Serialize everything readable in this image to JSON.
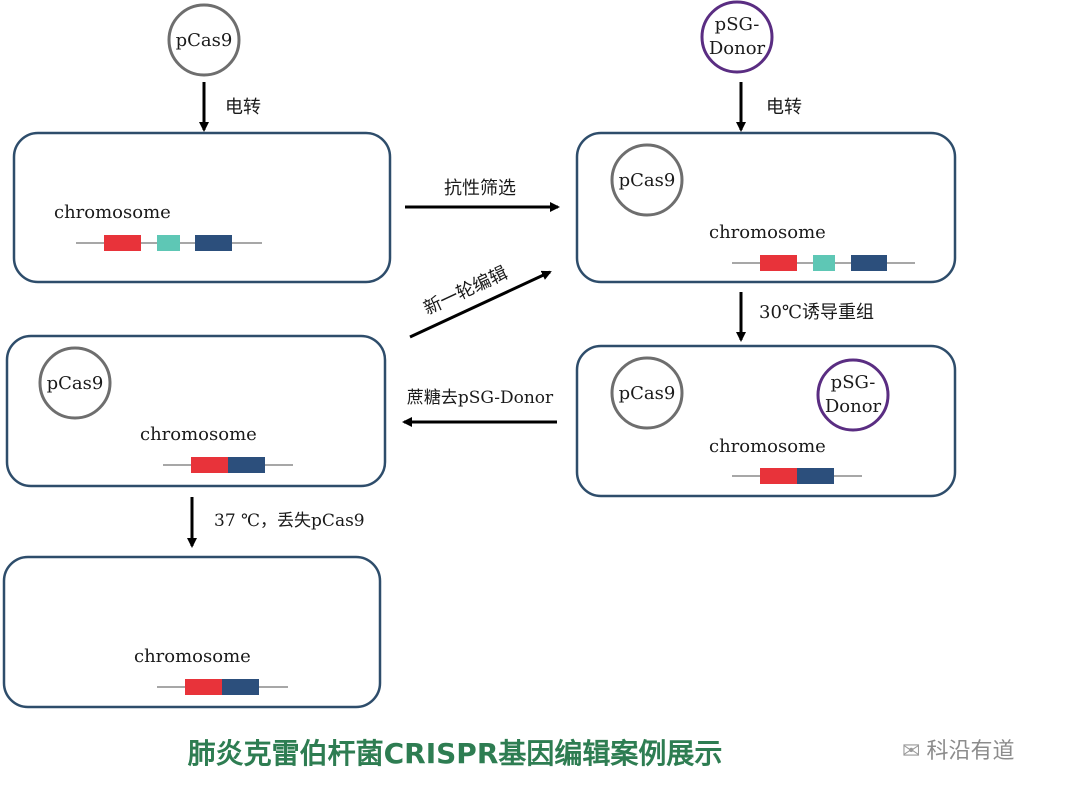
{
  "plasmids": {
    "pcas9": "pCas9",
    "psg_donor_line1": "pSG-",
    "psg_donor_line2": "Donor"
  },
  "chromosome_label": "chromosome",
  "steps": {
    "electro_1": "电转",
    "electro_2": "电转",
    "antibiotic_selection": "抗性筛选",
    "induce_recombination": "30℃诱导重组",
    "sucrose_remove_donor": "蔗糖去pSG-Donor",
    "new_round_editing": "新一轮编辑",
    "lose_pcas9": "37 ℃，丢失pCas9"
  },
  "caption": "肺炎克雷伯杆菌CRISPR基因编辑案例展示",
  "watermark": "科沿有道",
  "colors": {
    "cell_border": "#2e4d6b",
    "pcas9_ring": "#6e6e6e",
    "psg_donor_ring": "#5a2d82",
    "segment_red": "#e8333a",
    "segment_teal": "#5ec7b5",
    "segment_navy": "#2c4f7c",
    "caption_green": "#2e7d52"
  }
}
